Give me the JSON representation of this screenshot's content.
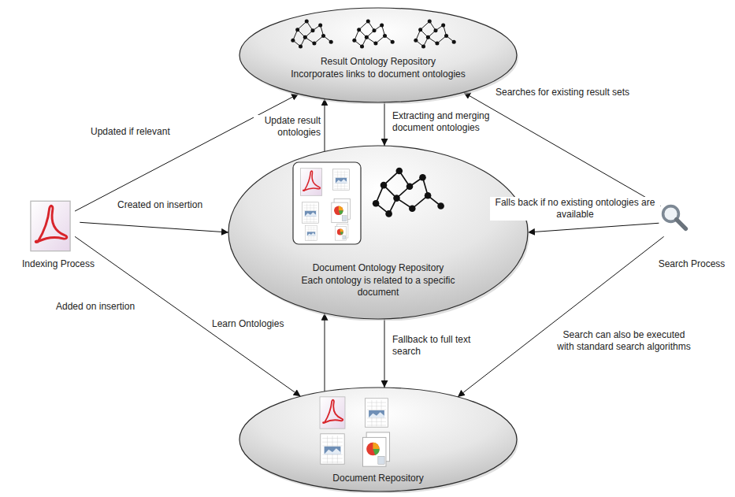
{
  "diagram": {
    "nodes": [
      {
        "text": [
          "Result Ontology Repository",
          "Incorporates links to document ontologies"
        ]
      },
      {
        "text": [
          "Indexing Process"
        ]
      },
      {
        "text": [
          "Document Ontology Repository",
          "Each ontology is related to a specific document"
        ]
      },
      {
        "text": [
          "Search Process"
        ]
      },
      {
        "text": [
          "Document Repository"
        ]
      }
    ],
    "edges": [
      {
        "from": 1,
        "to": 0,
        "label": "Updated if relevant",
        "arrow": "to"
      },
      {
        "from": 1,
        "to": 2,
        "label": "Created on insertion",
        "arrow": "to"
      },
      {
        "from": 1,
        "to": 4,
        "label": "Added on insertion",
        "arrow": "to"
      },
      {
        "from": 2,
        "to": 0,
        "label": "Update result ontologies",
        "arrow": "to"
      },
      {
        "from": 0,
        "to": 2,
        "label": "Extracting and merging document ontologies",
        "arrow": "to"
      },
      {
        "from": 3,
        "to": 0,
        "label": "Searches for existing result sets",
        "arrow": "to"
      },
      {
        "from": 3,
        "to": 2,
        "label": "Falls back if no existing ontologies are available",
        "arrow": "to"
      },
      {
        "from": 3,
        "to": 4,
        "label": "Search can also be executed with standard search algorithms",
        "arrow": "to"
      },
      {
        "from": 4,
        "to": 2,
        "label": "Learn Ontologies",
        "arrow": "to"
      },
      {
        "from": 2,
        "to": 4,
        "label": "Fallback to full text search",
        "arrow": "to"
      }
    ]
  }
}
